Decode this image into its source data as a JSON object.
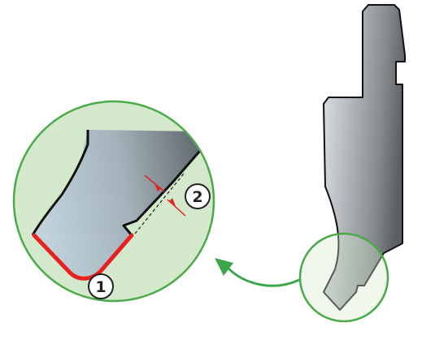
{
  "diagram": {
    "callouts": [
      {
        "id": "edge-radius",
        "label": "1"
      },
      {
        "id": "step-offset",
        "label": "2"
      }
    ],
    "colors": {
      "magnifier_fill": "#d4e8cc",
      "magnifier_border": "#4aaa4a",
      "arrow": "#3ea64a",
      "tool_light": "#dfe3e6",
      "tool_dark": "#6c7074",
      "tool_outline": "#111111",
      "radius_highlight": "#e82020",
      "dimension_marks": "#e82020"
    },
    "icons": {
      "tool": "punch-tool-profile",
      "magnifier": "zoom-circle",
      "arrow": "curved-arrow-icon"
    }
  }
}
